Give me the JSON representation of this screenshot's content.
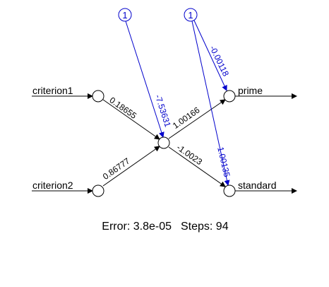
{
  "diagram": {
    "inputs": {
      "criterion1": "criterion1",
      "criterion2": "criterion2"
    },
    "bias_label": "1",
    "outputs": {
      "prime": "prime",
      "standard": "standard"
    },
    "weights": {
      "c1_to_hidden": "0.18655",
      "c2_to_hidden": "0.86777",
      "bias_to_hidden": "-7.53631",
      "hidden_to_prime": "1.00166",
      "hidden_to_standard": "-1.0023",
      "bias_to_prime": "-0.00118",
      "bias_to_standard": "1.00135"
    },
    "footer": {
      "error": "Error: 3.8e-05",
      "steps": "Steps: 94"
    },
    "colors": {
      "edge": "#000000",
      "bias_edge": "#0000CC",
      "bias_text": "#0000CC",
      "text": "#000000"
    }
  }
}
